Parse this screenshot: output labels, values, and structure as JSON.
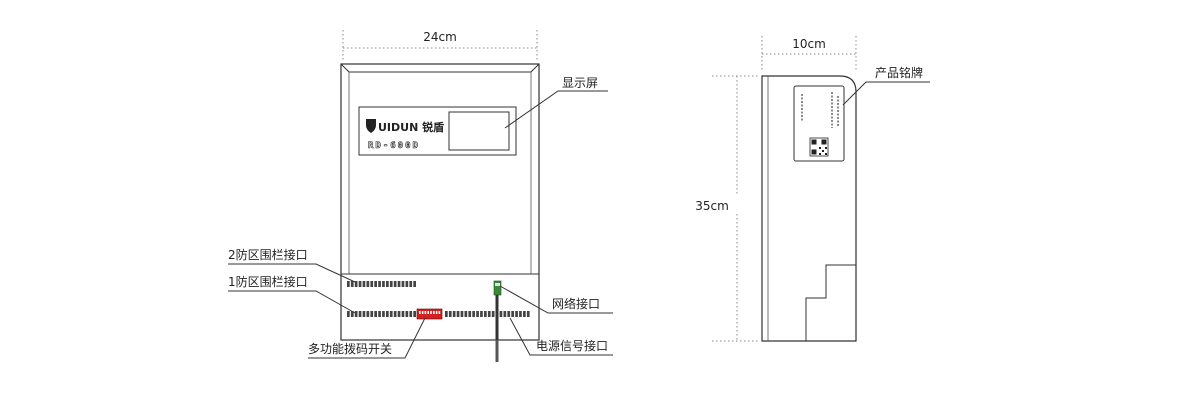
{
  "dimensions": {
    "front_width": "24cm",
    "side_width": "10cm",
    "side_height": "35cm"
  },
  "brand": {
    "logo_text": "UIDUN 锐盾",
    "model": "RD-600D"
  },
  "labels": {
    "display_screen": "显示屏",
    "zone2_fence_port": "2防区围栏接口",
    "zone1_fence_port": "1防区围栏接口",
    "network_port": "网络接口",
    "dip_switch": "多功能拨码开关",
    "power_signal_port": "电源信号接口",
    "nameplate": "产品铭牌"
  },
  "colors": {
    "line": "#333333",
    "dip_switch": "#d32020",
    "rj45": "#3a8a3a",
    "dim_line": "#888888"
  }
}
